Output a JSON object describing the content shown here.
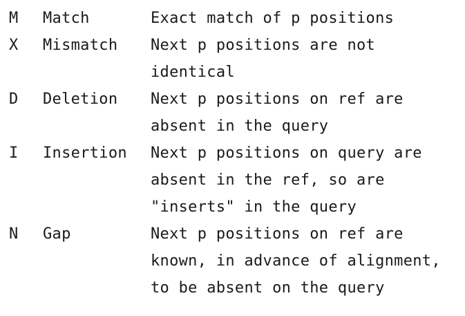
{
  "colors": {
    "text": "#1a1a1a",
    "background": "#ffffff"
  },
  "table": {
    "rows": [
      {
        "code": "M",
        "name": "Match",
        "desc": "Exact match of p positions"
      },
      {
        "code": "X",
        "name": "Mismatch",
        "desc": "Next p positions are not\nidentical"
      },
      {
        "code": "D",
        "name": "Deletion",
        "desc": "Next p positions on ref are\nabsent in the query"
      },
      {
        "code": "I",
        "name": "Insertion",
        "desc": "Next p positions on query are\nabsent in the ref, so are\n\"inserts\" in the query"
      },
      {
        "code": "N",
        "name": "Gap",
        "desc": "Next p positions on ref are\nknown, in advance of alignment,\nto be absent on the query"
      }
    ]
  }
}
